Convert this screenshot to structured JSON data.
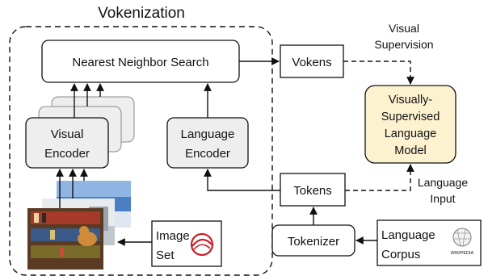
{
  "title": "Vokenization",
  "nodes": {
    "nearest_neighbor_search": "Nearest Neighbor Search",
    "vokens": "Vokens",
    "visual_encoder": [
      "Visual",
      "Encoder"
    ],
    "language_encoder": [
      "Language",
      "Encoder"
    ],
    "vslm": [
      "Visually-",
      "Supervised",
      "Language",
      "Model"
    ],
    "tokens": "Tokens",
    "tokenizer": "Tokenizer",
    "image_set": [
      "Image",
      "Set"
    ],
    "language_corpus": [
      "Language",
      "Corpus"
    ]
  },
  "edge_labels": {
    "visual_supervision": [
      "Visual",
      "Supervision"
    ],
    "language_input": [
      "Language",
      "Input"
    ]
  },
  "logo_text": {
    "wikipedia": "WIKIPEDIA"
  },
  "colors": {
    "vslm_fill": "#fdf2d0",
    "encoder_fill": "#eeeeee",
    "stroke": "#111111"
  },
  "icons": {
    "image_set_logo": "circled-eye-logo",
    "corpus_logo": "wikipedia-globe-logo"
  }
}
